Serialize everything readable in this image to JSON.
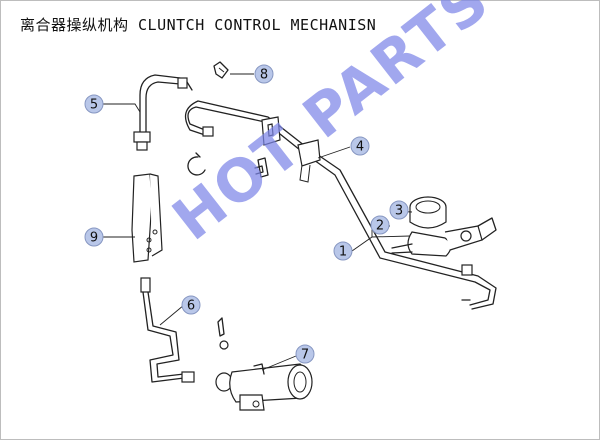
{
  "title": "离合器操纵机构 CLUNTCH CONTROL MECHANISN",
  "watermark": "HOT PARTS",
  "callouts": [
    "1",
    "2",
    "3",
    "4",
    "5",
    "6",
    "7",
    "8",
    "9"
  ],
  "colors": {
    "badge_fill": "#b9c7e9",
    "watermark": "#7d86e8",
    "line": "#222222"
  }
}
